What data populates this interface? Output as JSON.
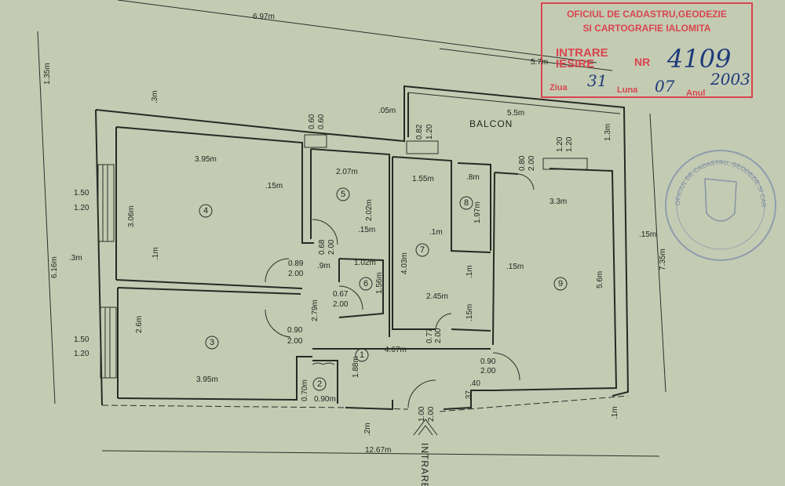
{
  "stamp": {
    "office_line1": "OFICIUL DE CADASTRU,GEODEZIE",
    "office_line2": "SI CARTOGRAFIE IALOMITA",
    "intrare": "INTRARE",
    "iesire": "IESIRE",
    "nr_label": "NR",
    "nr_value": "4109",
    "ziua_label": "Ziua",
    "ziua": "31",
    "luna_label": "Luna",
    "luna": "07",
    "anul_label": "Anul",
    "anul": "2003"
  },
  "seal": {
    "text": "OFICIUL DE CADASTRU, GEODEZIE SI CARTOGRAFIE"
  },
  "labels": {
    "balcon": "BALCON",
    "intrare": "INTRARE"
  },
  "rooms": [
    "1",
    "2",
    "3",
    "4",
    "5",
    "6",
    "7",
    "8",
    "9"
  ],
  "dims": {
    "top_diag": "6.97m",
    "top_57": "5.7m",
    "balcon_55": "5.5m",
    "left_135": "1.35m",
    "left_616": "6.16m",
    "r4_top_wall": ".3m",
    "r4_width": "3.95m",
    "r4_height": "3.06m",
    "r4_wall": ".15m",
    "wall_1": ".1m",
    "left_wall": ".3m",
    "win1_w": "1.50",
    "win1_h": "1.20",
    "win2_w": "1.50",
    "win2_h": "1.20",
    "r3_height": "2.6m",
    "r3_width": "3.95m",
    "win5_a": "0.60",
    "win5_b": "0.60",
    "balc_wall": ".05m",
    "win7_a": "0.82",
    "win7_b": "1.20",
    "r5_width": "2.07m",
    "r5_height": "2.02m",
    "r5_wall": ".15m",
    "r7_width": "1.55m",
    "r7_height": "4.03m",
    "r8_width": ".8m",
    "r8_height": "1.97m",
    "r8_wall": ".1m",
    "door5_a": "0.68",
    "door5_b": "2.00",
    "door_h_a": "0.89",
    "door_h_b": "2.00",
    "hall_9": ".9m",
    "r6_width": "1.02m",
    "r6_height": "1.56m",
    "door6_a": "0.67",
    "door6_b": "2.00",
    "hall_279": "2.79m",
    "r7_245": "2.45m",
    "r7_wall1": ".1m",
    "r9_wall": ".15m",
    "r7_wall2": ".15m",
    "door7_a": "0.77",
    "door7_b": "2.00",
    "door3_a": "0.90",
    "door3_b": "2.00",
    "hall_467": "4.67m",
    "hall_188": "1.88m",
    "r2_h": "0.70m",
    "r2_w": "0.90m",
    "door9_a": "0.90",
    "door9_b": "2.00",
    "step_40": ".40",
    "step_37": ".37",
    "entry_a": "1.00",
    "entry_b": "2.00",
    "entry_wall": ".2m",
    "total_1267": "12.67m",
    "door_balc_a": "0.80",
    "door_balc_b": "2.00",
    "win9_a": "1.20",
    "win9_b": "1.20",
    "balc_13": "1.3m",
    "r9_width": "3.3m",
    "r9_ext_wall": ".15m",
    "r9_height": "5.6m",
    "right_735": "7.35m",
    "r9_bottom": ".1m"
  }
}
